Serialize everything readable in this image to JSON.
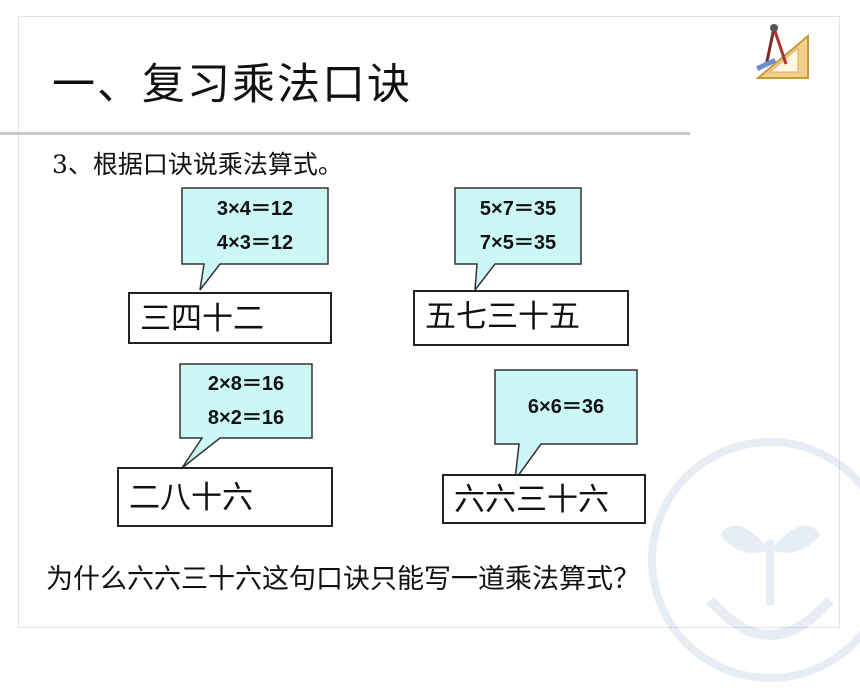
{
  "slide": {
    "title": "一、复习乘法口诀",
    "subtitle": "3、根据口诀说乘法算式。",
    "question": "为什么六六三十六这句口诀只能写一道乘法算式？"
  },
  "cards": [
    {
      "rhyme": "三四十二",
      "equations": [
        "3×4＝12",
        "4×3＝12"
      ]
    },
    {
      "rhyme": "五七三十五",
      "equations": [
        "5×7＝35",
        "7×5＝35"
      ]
    },
    {
      "rhyme": "二八十六",
      "equations": [
        "2×8＝16",
        "8×2＝16"
      ]
    },
    {
      "rhyme": "六六三十六",
      "equations": [
        "6×6＝36"
      ]
    }
  ],
  "colors": {
    "bubble_fill": "#ccf7f7",
    "bubble_stroke": "#333333",
    "watermark": "#3a6fb0"
  },
  "icons": {
    "logo": "compass-ruler-icon",
    "watermark": "sprout-hands-icon"
  }
}
